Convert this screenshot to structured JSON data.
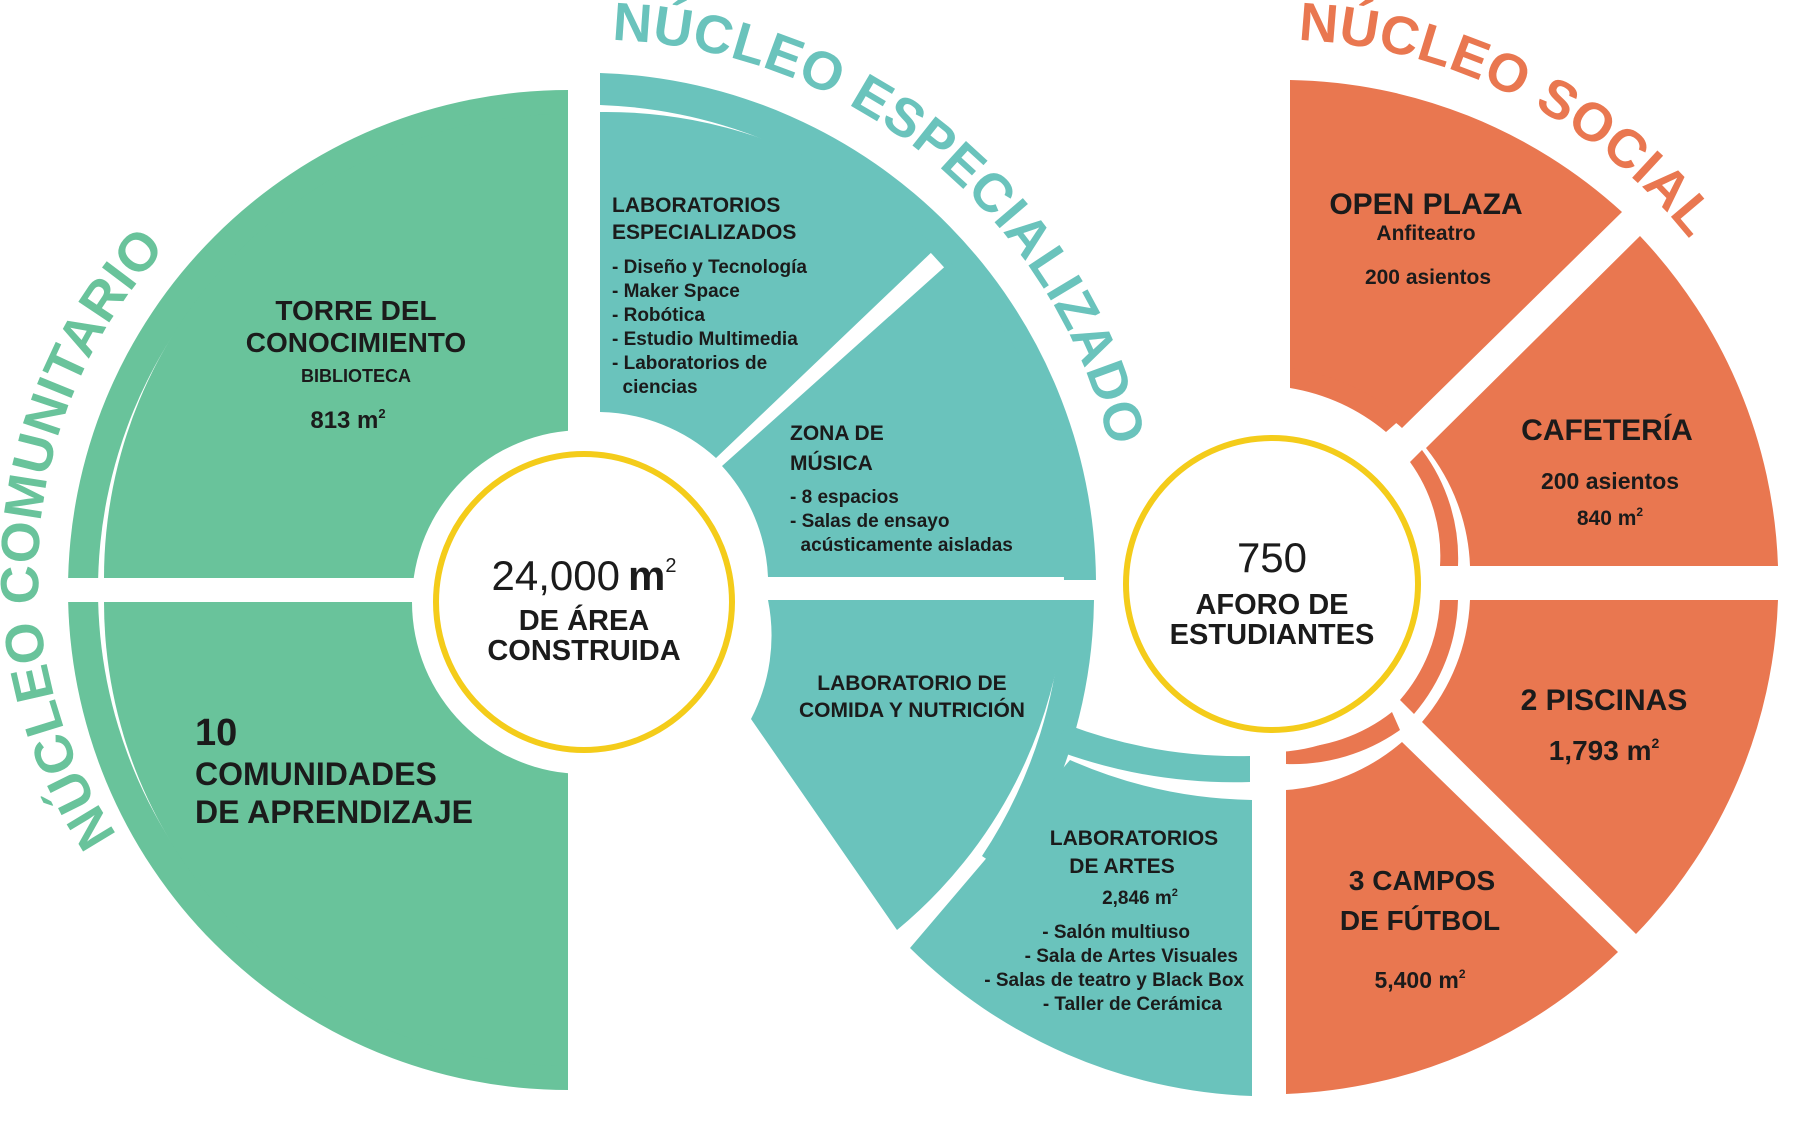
{
  "colors": {
    "comunitario": "#69C39B",
    "especializado": "#6AC3BC",
    "social": "#E97750",
    "center_ring": "#F4CC1A",
    "dark_text": "#1b1b1b"
  },
  "comunitario": {
    "title": "NÚCLEO COMUNITARIO",
    "torre": {
      "title_line1": "TORRE DEL",
      "title_line2": "CONOCIMIENTO",
      "subtitle": "BIBLIOTECA",
      "area": "813 m",
      "area_sup": "2"
    },
    "comunidades": {
      "number": "10",
      "line1": "COMUNIDADES",
      "line2": "DE APRENDIZAJE"
    },
    "center": {
      "number": "24,000",
      "unit": "m",
      "unit_sup": "2",
      "line1": "DE ÁREA",
      "line2": "CONSTRUIDA"
    }
  },
  "especializado": {
    "title": "NÚCLEO ESPECIALIZADO",
    "laboratorios": {
      "title_line1": "LABORATORIOS",
      "title_line2": "ESPECIALIZADOS",
      "items": [
        "- Diseño y Tecnología",
        "- Maker Space",
        "- Robótica",
        "- Estudio Multimedia",
        "- Laboratorios de",
        "  ciencias"
      ]
    },
    "musica": {
      "title_line1": "ZONA DE",
      "title_line2": "MÚSICA",
      "items": [
        "- 8 espacios",
        "- Salas de ensayo",
        "  acústicamente aisladas"
      ]
    },
    "comida": {
      "line1": "LABORATORIO DE",
      "line2": "COMIDA Y NUTRICIÓN"
    },
    "artes": {
      "title_line1": "LABORATORIOS",
      "title_line2": "DE ARTES",
      "area": "2,846 m",
      "area_sup": "2",
      "items": [
        "- Salón multiuso",
        "- Sala de Artes Visuales",
        "- Salas de teatro y Black Box",
        "- Taller de Cerámica"
      ]
    }
  },
  "social": {
    "title": "NÚCLEO SOCIAL",
    "open_plaza": {
      "title": "OPEN PLAZA",
      "subtitle": "Anfiteatro",
      "capacity": "200 asientos"
    },
    "cafeteria": {
      "title": "CAFETERÍA",
      "capacity": "200 asientos",
      "area": "840 m",
      "area_sup": "2"
    },
    "piscinas": {
      "title": "2 PISCINAS",
      "area": "1,793 m",
      "area_sup": "2"
    },
    "futbol": {
      "title_line1": "3 CAMPOS",
      "title_line2": "DE FÚTBOL",
      "area": "5,400 m",
      "area_sup": "2"
    },
    "center": {
      "number": "750",
      "line1": "AFORO DE",
      "line2": "ESTUDIANTES"
    }
  }
}
